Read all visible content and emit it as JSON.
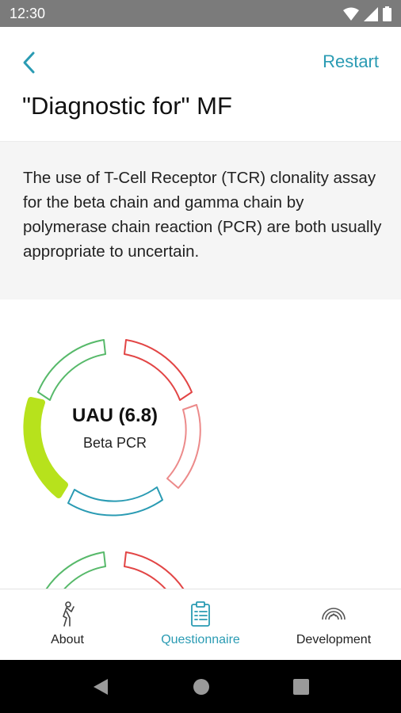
{
  "status_bar": {
    "time": "12:30",
    "icons": [
      "wifi-icon",
      "signal-icon",
      "battery-icon"
    ]
  },
  "header": {
    "back_icon": "chevron-left-icon",
    "restart_label": "Restart",
    "title": "\"Diagnostic for\" MF"
  },
  "summary": {
    "text": "The use of T-Cell Receptor (TCR) clonality assay for the beta chain and gamma chain by polymerase chain reaction (PCR) are both usually appropriate to uncertain."
  },
  "results": [
    {
      "score": "UAU (6.8)",
      "procedure": "Beta PCR",
      "level_fraction": 0.68
    },
    {
      "score": "",
      "procedure": "",
      "level_fraction": null
    }
  ],
  "bottom_nav": {
    "items": [
      {
        "label": "About",
        "icon": "person-icon",
        "active": false
      },
      {
        "label": "Questionnaire",
        "icon": "clipboard-icon",
        "active": true
      },
      {
        "label": "Development",
        "icon": "rainbow-icon",
        "active": false
      }
    ]
  },
  "colors": {
    "accent": "#2a9bb3",
    "appropriate": "#57b96a",
    "inappropriate": "#e24545",
    "uncertain": "#2a9bb3",
    "highlight": "#b7e21c",
    "status_bar": "#7b7b7b"
  }
}
